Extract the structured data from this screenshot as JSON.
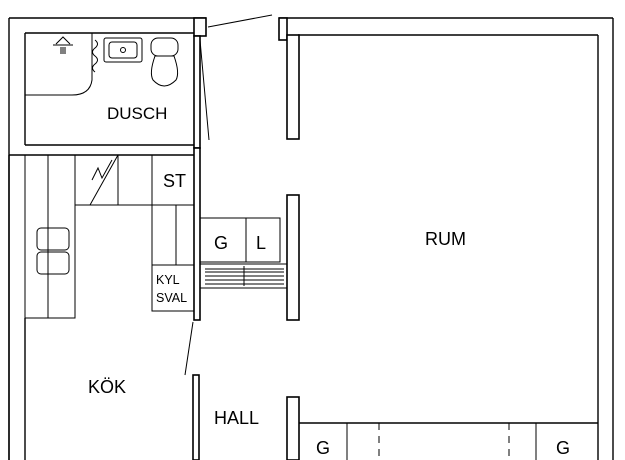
{
  "rooms": {
    "dusch": "DUSCH",
    "rum": "RUM",
    "kok": "KÖK",
    "hall": "HALL"
  },
  "fixtures": {
    "stove": "ST",
    "wardrobe_g": "G",
    "linen_l": "L",
    "fridge_line1": "KYL",
    "fridge_line2": "SVAL",
    "closet_left": "G",
    "closet_right": "G"
  }
}
